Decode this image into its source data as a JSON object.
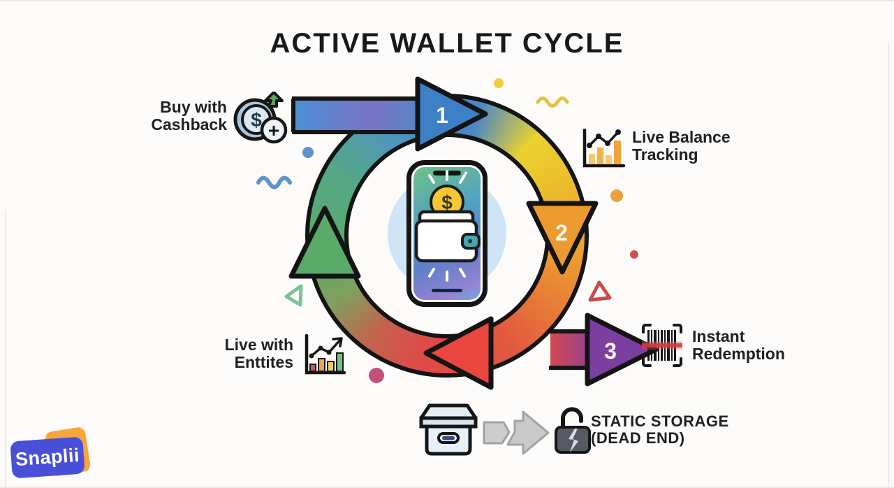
{
  "title": "ACTIVE WALLET CYCLE",
  "steps": [
    {
      "number": "1",
      "line1": "Buy with",
      "line2": "Cashback"
    },
    {
      "number": "2",
      "line1": "Live Balance",
      "line2": "Tracking"
    },
    {
      "number": "3",
      "line1": "Instant",
      "line2": "Redemption"
    }
  ],
  "growth_label": {
    "line1": "Live with",
    "line2": "Enttites"
  },
  "dead_end": {
    "line1": "STATIC STORAGE",
    "line2": "(DEAD END)"
  },
  "logo": {
    "text": "Snaplii"
  },
  "glyphs": {
    "dollar": "$",
    "plus": "+"
  },
  "icons": {
    "cashback": "coin-cashback-icon",
    "balance": "bar-chart-line-icon",
    "redeem": "barcode-scan-icon",
    "growth": "growth-chart-icon",
    "storage": "storage-box-icon",
    "broken": "broken-arrow-icon",
    "lock": "broken-padlock-icon"
  },
  "colors": {
    "step1_blue": "#3d80c6",
    "ring_yellow": "#ecd22e",
    "step2_orange": "#ec9b31",
    "ring_red": "#e04844",
    "ring_green": "#5aab6a",
    "step3_purple": "#7b3fa0",
    "center_circle": "#cfe4f4",
    "logo_blue": "#4a4fd8",
    "logo_orange": "#f6a63c"
  }
}
